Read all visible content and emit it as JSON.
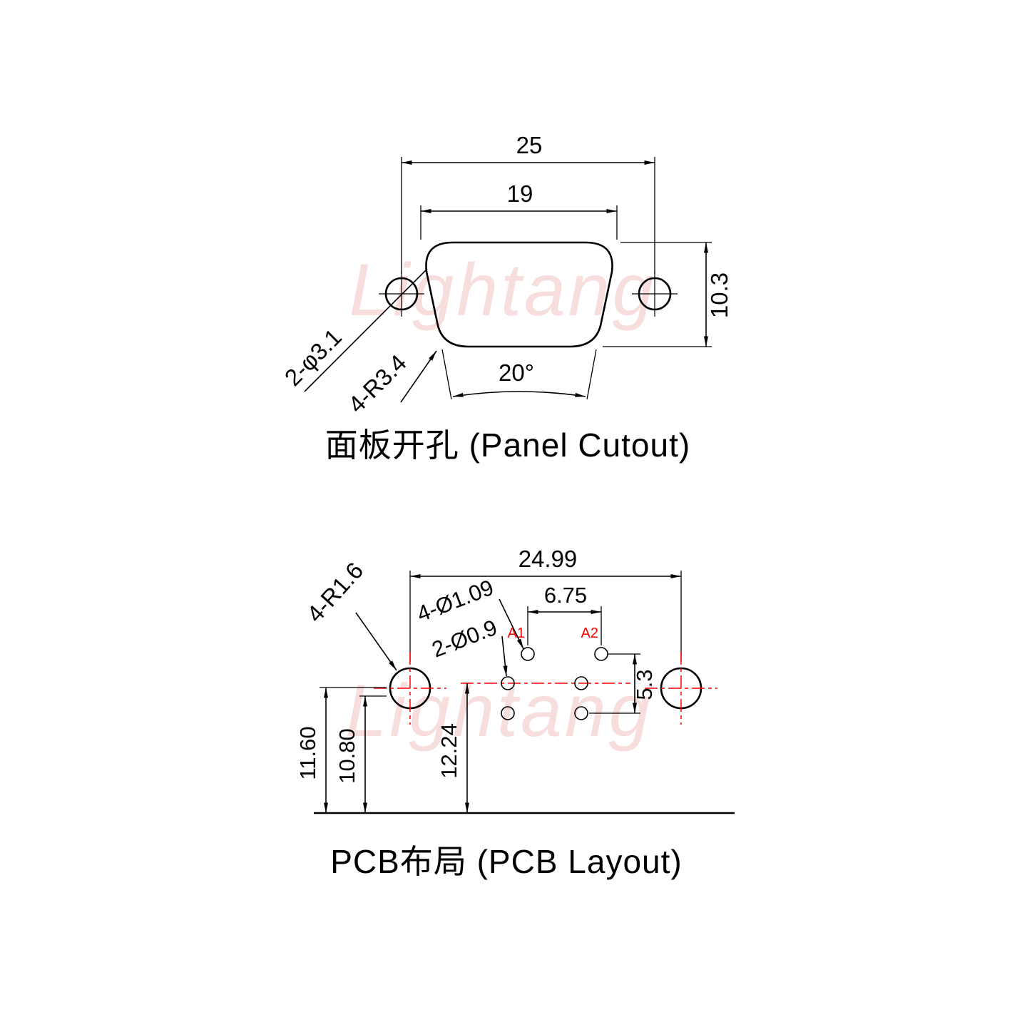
{
  "watermark": {
    "text": "Lightang"
  },
  "colors": {
    "line": "#000000",
    "accent_red": "#ff0000",
    "watermark": "#f3c3c3"
  },
  "panel_cutout": {
    "title": "面板开孔 (Panel Cutout)",
    "dims": {
      "width_outer": "25",
      "width_inner": "19",
      "height": "10.3",
      "angle": "20°",
      "side_holes": "2-φ3.1",
      "corner_radius": "4-R3.4"
    }
  },
  "pcb_layout": {
    "title": "PCB布局 (PCB Layout)",
    "dims": {
      "mount_span": "24.99",
      "pin_span": "6.75",
      "row_span": "5.3",
      "edge_to_mount": "11.60",
      "edge_to_row": "10.80",
      "edge_to_center": "12.24",
      "mount_radius": "4-R1.6",
      "ground_holes": "4-Ø1.09",
      "signal_holes": "2-Ø0.9"
    },
    "pins": {
      "a1": "A1",
      "a2": "A2"
    }
  }
}
